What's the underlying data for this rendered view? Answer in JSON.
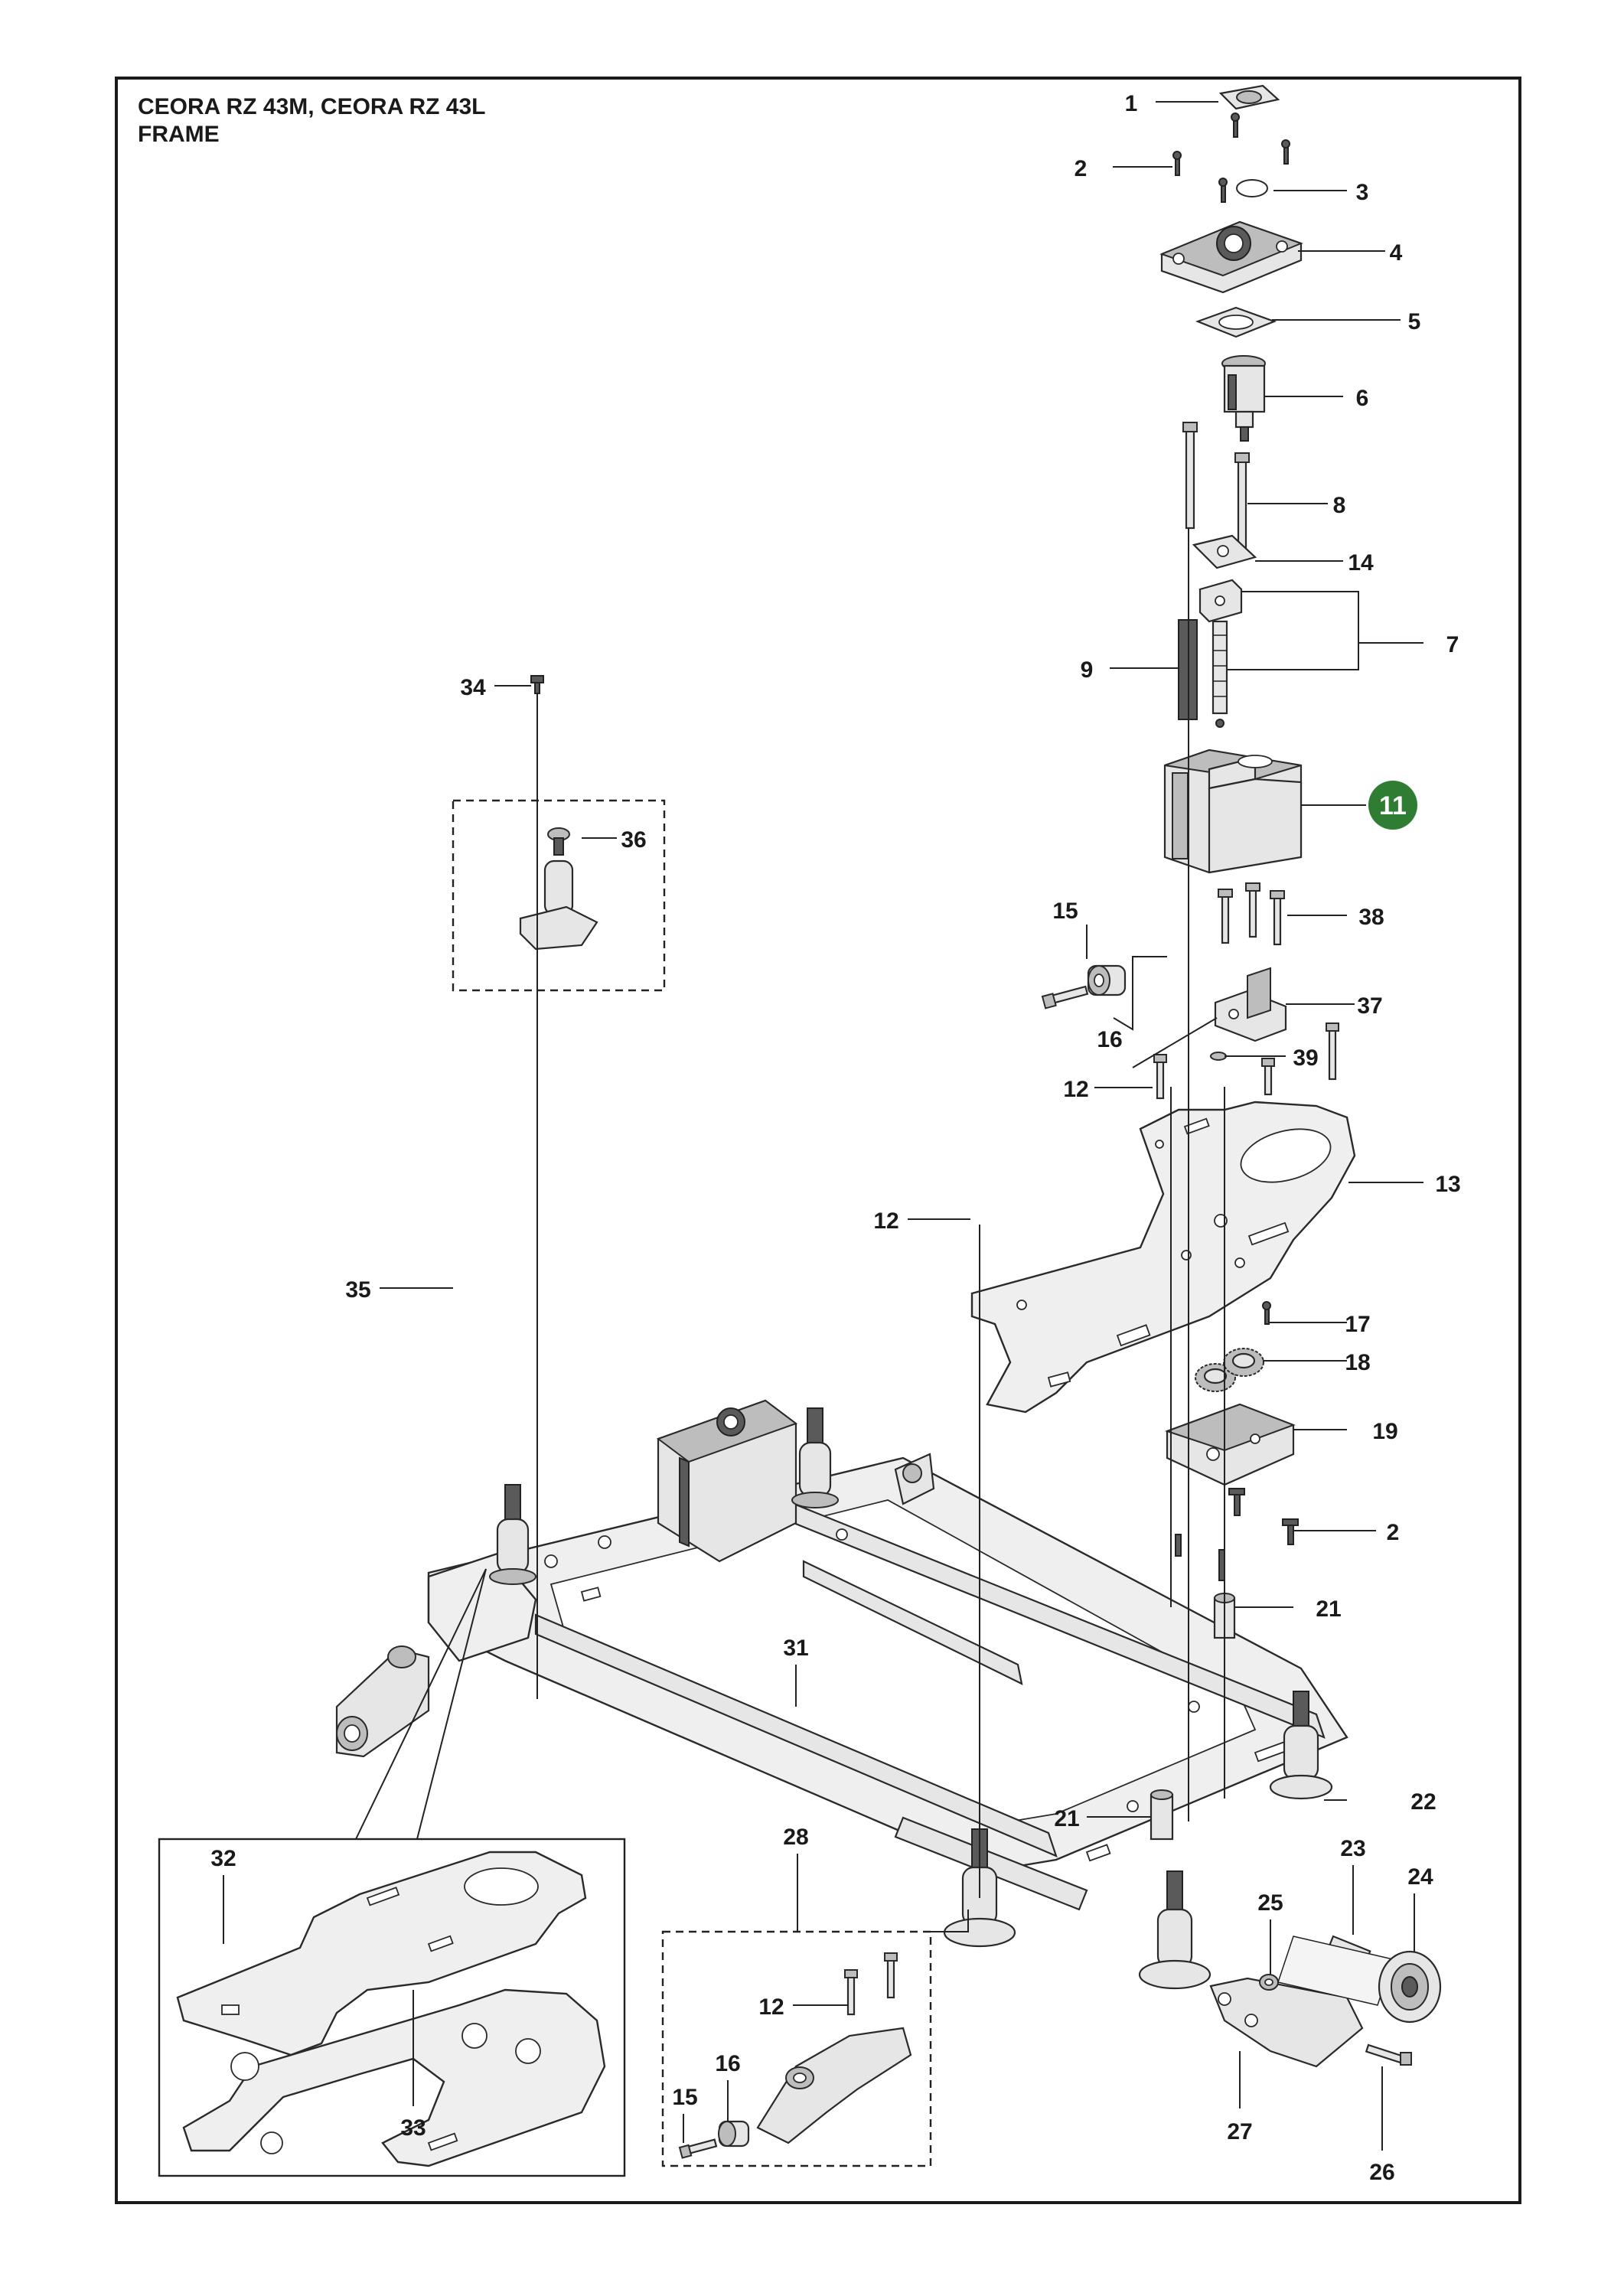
{
  "title": {
    "line1": "CEORA RZ 43M, CEORA RZ 43L",
    "line2": "FRAME"
  },
  "colors": {
    "highlight": "#2e7d32",
    "outline": "#222222",
    "part_fill": "#e6e6e6"
  },
  "callouts": {
    "p1": "1",
    "p2a": "2",
    "p3": "3",
    "p4": "4",
    "p5": "5",
    "p6": "6",
    "p8": "8",
    "p14": "14",
    "p7": "7",
    "p9": "9",
    "p11": "11",
    "p15a": "15",
    "p38": "38",
    "p37": "37",
    "p16a": "16",
    "p39": "39",
    "p12a": "12",
    "p13": "13",
    "p34": "34",
    "p36": "36",
    "p35": "35",
    "p12b": "12",
    "p17": "17",
    "p18": "18",
    "p19": "19",
    "p2b": "2",
    "p21a": "21",
    "p31": "31",
    "p22": "22",
    "p21b": "21",
    "p28": "28",
    "p23": "23",
    "p24": "24",
    "p25": "25",
    "p32": "32",
    "p12c": "12",
    "p16b": "16",
    "p15b": "15",
    "p33": "33",
    "p27": "27",
    "p26": "26"
  }
}
